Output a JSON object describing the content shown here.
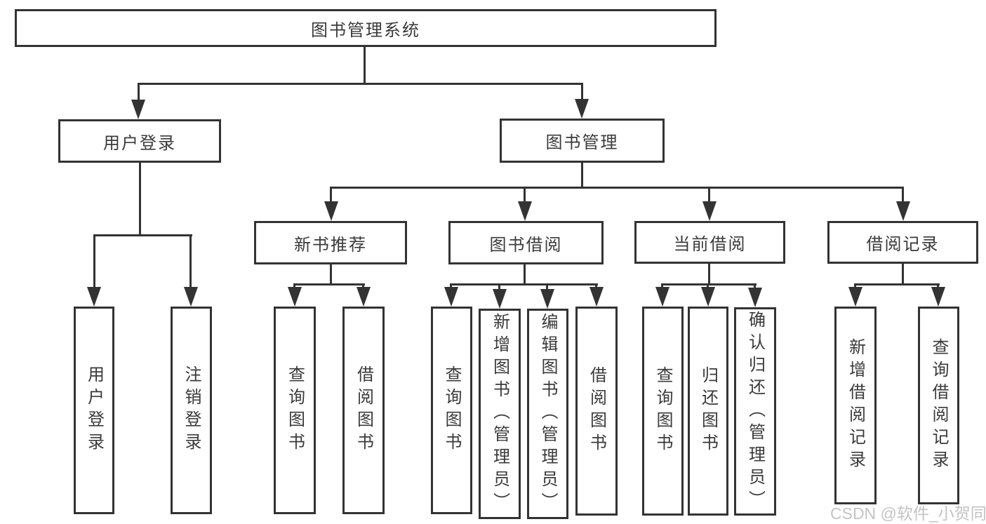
{
  "colors": {
    "line": "#333333",
    "text": "#3a3a3a",
    "watermark": "#c3c3c3",
    "background": "#ffffff"
  },
  "diagram": {
    "root": {
      "label": "图书管理系统"
    },
    "level2": [
      {
        "label": "用户登录"
      },
      {
        "label": "图书管理"
      }
    ],
    "level3": [
      {
        "label": "新书推荐"
      },
      {
        "label": "图书借阅"
      },
      {
        "label": "当前借阅"
      },
      {
        "label": "借阅记录"
      }
    ],
    "leaves": {
      "user_login": [
        {
          "label": "用户登录"
        },
        {
          "label": "注销登录"
        }
      ],
      "new_book_recommend": [
        {
          "label": "查询图书"
        },
        {
          "label": "借阅图书"
        }
      ],
      "book_borrow": [
        {
          "label": "查询图书"
        },
        {
          "label": "新增图书（管理员）"
        },
        {
          "label": "编辑图书（管理员）"
        },
        {
          "label": "借阅图书"
        }
      ],
      "current_borrow": [
        {
          "label": "查询图书"
        },
        {
          "label": "归还图书"
        },
        {
          "label": "确认归还（管理员）"
        }
      ],
      "borrow_records": [
        {
          "label": "新增借阅记录"
        },
        {
          "label": "查询借阅记录"
        }
      ]
    },
    "watermark": "CSDN @软件_小贺同学"
  }
}
